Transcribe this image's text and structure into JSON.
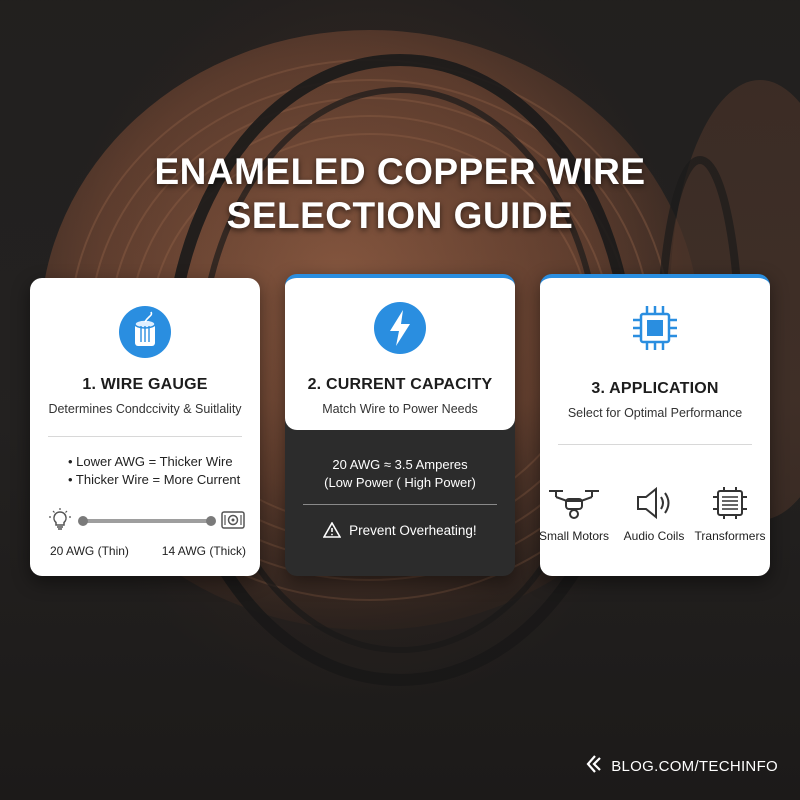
{
  "title": {
    "line1": "ENAMELED COPPER WIRE",
    "line2": "SELECTION GUIDE"
  },
  "cards": [
    {
      "heading": "1. WIRE GAUGE",
      "subtitle": "Determines Condccivity & Suitlality",
      "icon": "wire-coil-icon",
      "bullets": [
        "• Lower AWG = Thicker Wire",
        "• Thicker Wire = More Current"
      ],
      "gauge_left": "20 AWG (Thin)",
      "gauge_right": "14 AWG (Thick)",
      "gauge_left_icon": "light-bulb-icon",
      "gauge_right_icon": "motor-icon"
    },
    {
      "heading": "2. CURRENT CAPACITY",
      "subtitle": "Match Wire to Power Needs",
      "icon": "lightning-bolt-icon",
      "line1": "20 AWG ≈ 3.5 Amperes",
      "line2": "(Low Power ( High Power)",
      "warning": "Prevent Overheating!",
      "warning_icon": "warning-triangle-icon"
    },
    {
      "heading": "3. APPLICATION",
      "subtitle": "Select for Optimal Performance",
      "icon": "chip-icon",
      "apps": [
        {
          "label": "Small Motors",
          "icon": "drone-icon"
        },
        {
          "label": "Audio Coils",
          "icon": "speaker-icon"
        },
        {
          "label": "Transformers",
          "icon": "transformer-icon"
        }
      ]
    }
  ],
  "footer": {
    "text": "BLOG.COM/TECHINFO",
    "icon": "blog-logo-icon"
  },
  "colors": {
    "accent": "#2a8ee0",
    "dark_card": "#2c2c2c",
    "copper": "#9a5f42"
  }
}
